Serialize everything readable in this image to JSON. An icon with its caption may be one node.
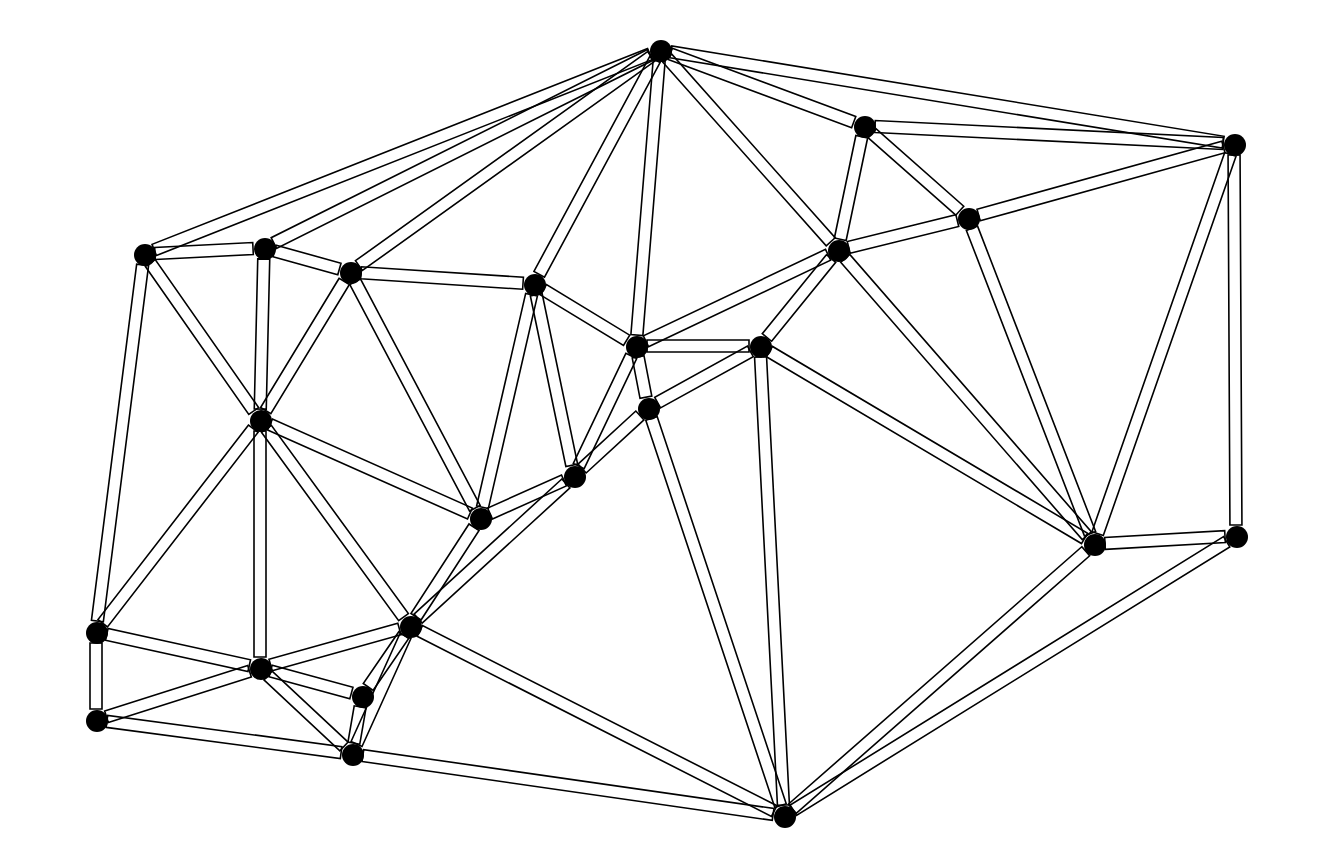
{
  "diagram": {
    "nodes": [
      {
        "text": [],
        "shape": "circle"
      },
      {
        "text": [],
        "shape": "circle"
      },
      {
        "text": [],
        "shape": "circle"
      },
      {
        "text": [],
        "shape": "circle"
      },
      {
        "text": [],
        "shape": "circle"
      },
      {
        "text": [],
        "shape": "circle"
      },
      {
        "text": [],
        "shape": "circle"
      },
      {
        "text": [],
        "shape": "circle"
      },
      {
        "text": [],
        "shape": "circle"
      },
      {
        "text": [],
        "shape": "circle"
      },
      {
        "text": [],
        "shape": "circle"
      },
      {
        "text": [],
        "shape": "circle"
      },
      {
        "text": [],
        "shape": "circle"
      },
      {
        "text": [],
        "shape": "circle"
      },
      {
        "text": [],
        "shape": "circle"
      },
      {
        "text": [],
        "shape": "circle"
      },
      {
        "text": [],
        "shape": "circle"
      },
      {
        "text": [],
        "shape": "circle"
      },
      {
        "text": [],
        "shape": "circle"
      },
      {
        "text": [],
        "shape": "circle"
      },
      {
        "text": [],
        "shape": "circle"
      },
      {
        "text": [],
        "shape": "circle"
      },
      {
        "text": [],
        "shape": "circle"
      },
      {
        "text": [],
        "shape": "circle"
      }
    ],
    "edges": [
      {
        "from": 0,
        "to": 3,
        "arrow": "none"
      },
      {
        "from": 0,
        "to": 4,
        "arrow": "none"
      },
      {
        "from": 0,
        "to": 5,
        "arrow": "none"
      },
      {
        "from": 0,
        "to": 6,
        "arrow": "none"
      },
      {
        "from": 0,
        "to": 9,
        "arrow": "none"
      },
      {
        "from": 0,
        "to": 8,
        "arrow": "none"
      },
      {
        "from": 0,
        "to": 1,
        "arrow": "none"
      },
      {
        "from": 0,
        "to": 2,
        "arrow": "none"
      },
      {
        "from": 1,
        "to": 2,
        "arrow": "none"
      },
      {
        "from": 1,
        "to": 8,
        "arrow": "none"
      },
      {
        "from": 1,
        "to": 7,
        "arrow": "none"
      },
      {
        "from": 7,
        "to": 2,
        "arrow": "none"
      },
      {
        "from": 8,
        "to": 7,
        "arrow": "none"
      },
      {
        "from": 3,
        "to": 4,
        "arrow": "none"
      },
      {
        "from": 4,
        "to": 5,
        "arrow": "none"
      },
      {
        "from": 5,
        "to": 6,
        "arrow": "none"
      },
      {
        "from": 6,
        "to": 9,
        "arrow": "none"
      },
      {
        "from": 9,
        "to": 8,
        "arrow": "none"
      },
      {
        "from": 9,
        "to": 10,
        "arrow": "none"
      },
      {
        "from": 10,
        "to": 8,
        "arrow": "none"
      },
      {
        "from": 9,
        "to": 11,
        "arrow": "none"
      },
      {
        "from": 11,
        "to": 10,
        "arrow": "none"
      },
      {
        "from": 3,
        "to": 12,
        "arrow": "none"
      },
      {
        "from": 4,
        "to": 12,
        "arrow": "none"
      },
      {
        "from": 5,
        "to": 12,
        "arrow": "none"
      },
      {
        "from": 5,
        "to": 14,
        "arrow": "none"
      },
      {
        "from": 6,
        "to": 14,
        "arrow": "none"
      },
      {
        "from": 6,
        "to": 13,
        "arrow": "none"
      },
      {
        "from": 9,
        "to": 13,
        "arrow": "none"
      },
      {
        "from": 11,
        "to": 13,
        "arrow": "none"
      },
      {
        "from": 14,
        "to": 13,
        "arrow": "none"
      },
      {
        "from": 12,
        "to": 14,
        "arrow": "none"
      },
      {
        "from": 3,
        "to": 18,
        "arrow": "none"
      },
      {
        "from": 12,
        "to": 18,
        "arrow": "none"
      },
      {
        "from": 12,
        "to": 19,
        "arrow": "none"
      },
      {
        "from": 12,
        "to": 17,
        "arrow": "none"
      },
      {
        "from": 14,
        "to": 17,
        "arrow": "none"
      },
      {
        "from": 13,
        "to": 17,
        "arrow": "none"
      },
      {
        "from": 18,
        "to": 19,
        "arrow": "none"
      },
      {
        "from": 18,
        "to": 21,
        "arrow": "none"
      },
      {
        "from": 19,
        "to": 21,
        "arrow": "none"
      },
      {
        "from": 19,
        "to": 17,
        "arrow": "none"
      },
      {
        "from": 19,
        "to": 20,
        "arrow": "none"
      },
      {
        "from": 19,
        "to": 22,
        "arrow": "none"
      },
      {
        "from": 21,
        "to": 22,
        "arrow": "none"
      },
      {
        "from": 20,
        "to": 17,
        "arrow": "none"
      },
      {
        "from": 20,
        "to": 22,
        "arrow": "none"
      },
      {
        "from": 17,
        "to": 22,
        "arrow": "none"
      },
      {
        "from": 22,
        "to": 23,
        "arrow": "none"
      },
      {
        "from": 17,
        "to": 23,
        "arrow": "none"
      },
      {
        "from": 11,
        "to": 23,
        "arrow": "none"
      },
      {
        "from": 10,
        "to": 23,
        "arrow": "none"
      },
      {
        "from": 10,
        "to": 15,
        "arrow": "none"
      },
      {
        "from": 8,
        "to": 15,
        "arrow": "none"
      },
      {
        "from": 7,
        "to": 15,
        "arrow": "none"
      },
      {
        "from": 2,
        "to": 15,
        "arrow": "none"
      },
      {
        "from": 2,
        "to": 16,
        "arrow": "none"
      },
      {
        "from": 15,
        "to": 16,
        "arrow": "none"
      },
      {
        "from": 15,
        "to": 23,
        "arrow": "none"
      },
      {
        "from": 16,
        "to": 23,
        "arrow": "none"
      }
    ]
  }
}
